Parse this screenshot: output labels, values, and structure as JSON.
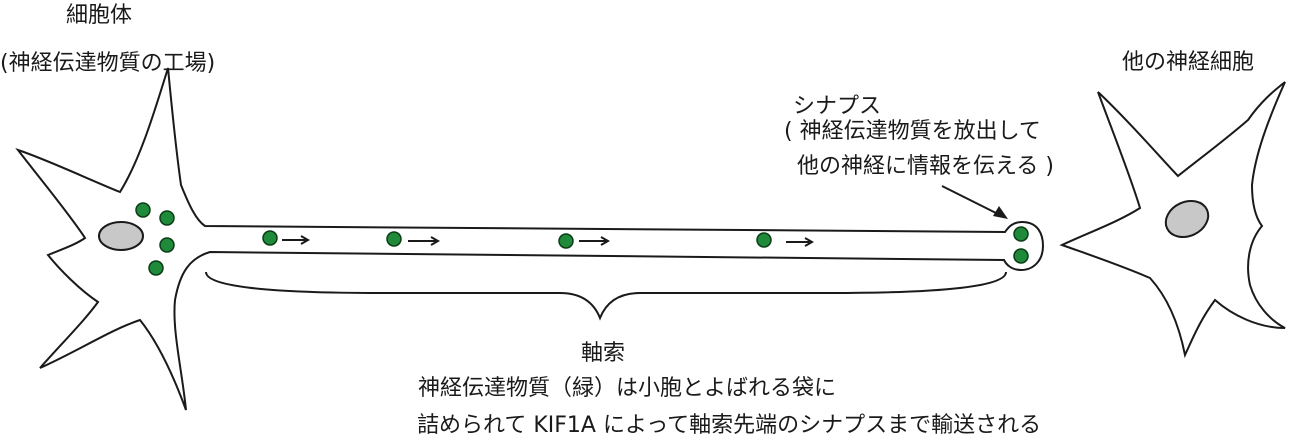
{
  "labels": {
    "soma_title": "細胞体",
    "soma_sub": "(神経伝達物質の工場)",
    "synapse_title": "シナプス",
    "synapse_desc_1": "( 神経伝達物質を放出して",
    "synapse_desc_2": "他の神経に情報を伝える )",
    "other_neuron": "他の神経細胞",
    "axon": "軸索",
    "caption_1": "神経伝達物質（緑）は小胞とよばれる袋に",
    "caption_2": "詰められて KIF1A によって軸索先端のシナプスまで輸送される"
  },
  "colors": {
    "vesicle": "#1f8a3a",
    "vesicle_stroke": "#0b3d16",
    "nucleus": "#c8c8c8",
    "line": "#1a1a1a"
  },
  "vesicles": {
    "soma_count": 4,
    "axon_count": 4,
    "terminal_count": 2
  }
}
